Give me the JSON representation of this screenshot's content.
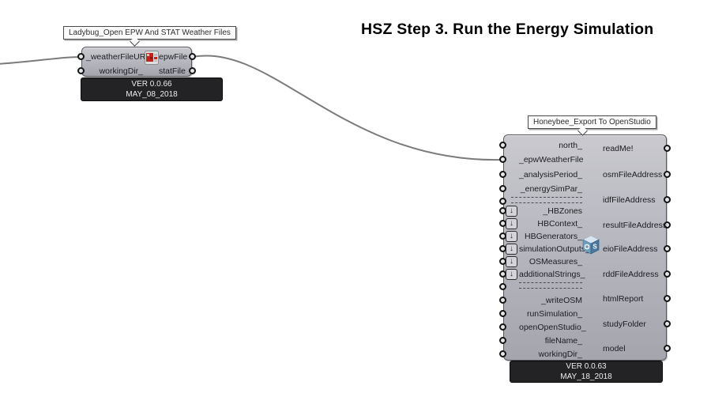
{
  "title": "HSZ Step 3. Run the Energy Simulation",
  "colors": {
    "wire": "#7b7b7b",
    "component_body": "#b4b4bc",
    "component_border": "#54545c",
    "version_bar": "#232326",
    "canvas": "#ffffff",
    "ladybug_icon_red": "#c9201f",
    "openstudio_blue": "#49789e"
  },
  "ladybug": {
    "tag": "Ladybug_Open EPW And STAT Weather Files",
    "inputs": [
      {
        "label": "_weatherFileURL"
      },
      {
        "label": "workingDir_"
      }
    ],
    "outputs": [
      {
        "label": "epwFile"
      },
      {
        "label": "statFile"
      }
    ],
    "version_line1": "VER 0.0.66",
    "version_line2": "MAY_08_2018"
  },
  "honeybee": {
    "tag": "Honeybee_Export To OpenStudio",
    "inputs": [
      {
        "label": "north_"
      },
      {
        "label": "_epwWeatherFile"
      },
      {
        "label": "_analysisPeriod_"
      },
      {
        "label": "_energySimPar_"
      },
      {
        "type": "divider",
        "label": ""
      },
      {
        "label": "_HBZones",
        "arrow": true
      },
      {
        "label": "HBContext_",
        "arrow": true
      },
      {
        "label": "HBGenerators_",
        "arrow": true
      },
      {
        "label": "simulationOutputs_",
        "arrow": true
      },
      {
        "label": "OSMeasures_",
        "arrow": true
      },
      {
        "label": "additionalStrings_",
        "arrow": true
      },
      {
        "type": "divider",
        "label": ""
      },
      {
        "label": "_writeOSM"
      },
      {
        "label": "runSimulation_"
      },
      {
        "label": "openOpenStudio_"
      },
      {
        "label": "fileName_"
      },
      {
        "label": "workingDir_"
      }
    ],
    "outputs": [
      {
        "label": "readMe!"
      },
      {
        "label": "osmFileAddress"
      },
      {
        "label": "idfFileAddress"
      },
      {
        "label": "resultFileAddress"
      },
      {
        "label": "eioFileAddress"
      },
      {
        "label": "rddFileAddress"
      },
      {
        "label": "htmlReport"
      },
      {
        "label": "studyFolder"
      },
      {
        "label": "model"
      }
    ],
    "icon_letters": {
      "o": "O",
      "s": "S"
    },
    "version_line1": "VER 0.0.63",
    "version_line2": "MAY_18_2018"
  }
}
